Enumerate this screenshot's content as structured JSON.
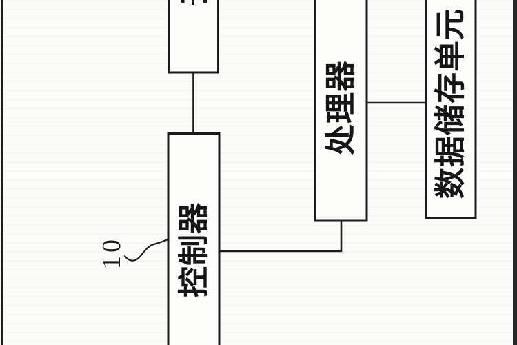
{
  "figure": {
    "kind": "patent-block-diagram",
    "reference_number": "10",
    "boxes": {
      "top_partial": {
        "label": ""
      },
      "controller": {
        "label": "控制器"
      },
      "processor": {
        "label": "处理器"
      },
      "storage": {
        "label": "数据储存单元"
      }
    },
    "colors": {
      "line": "#1c1c1c",
      "background": "#fbfbfa",
      "page_edge_band": "#262626"
    }
  }
}
